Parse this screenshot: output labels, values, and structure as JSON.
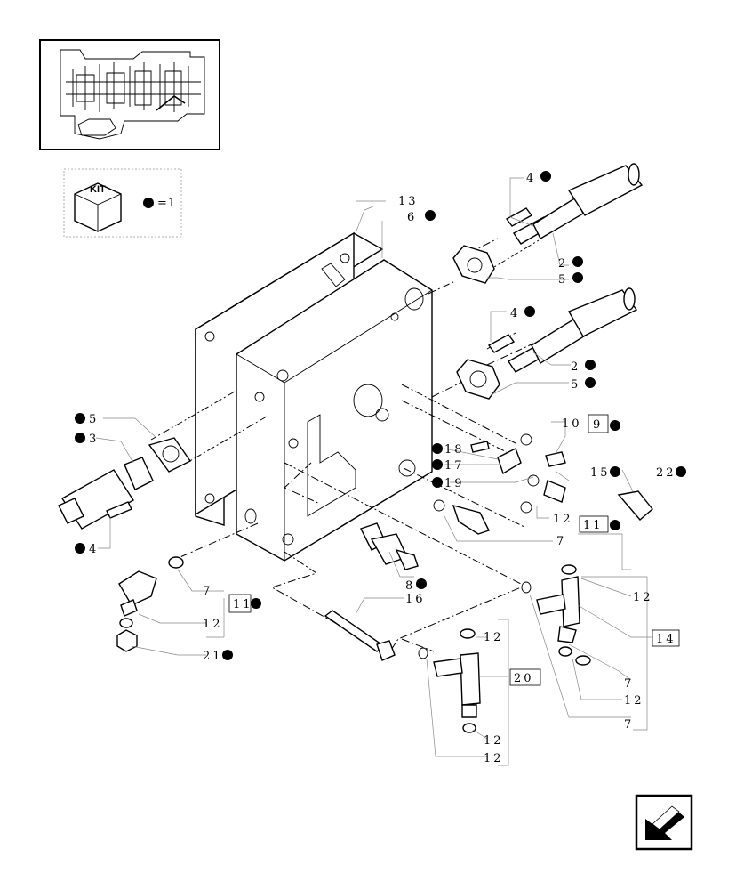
{
  "kit_legend": {
    "kit_label": "KIT",
    "equals_text": "=",
    "kit_value": "1"
  },
  "callouts": {
    "n1": "4",
    "n2": "2",
    "n3": "5",
    "n4": "4",
    "n5": "2",
    "n6": "5",
    "n7": "13",
    "n8": "6",
    "n9": "5",
    "n10": "3",
    "n11": "4",
    "n12": "10",
    "n13": "9",
    "n14": "18",
    "n15": "17",
    "n16": "19",
    "n17": "15",
    "n18": "22",
    "n19": "12",
    "n20": "11",
    "n21": "7",
    "n22": "8",
    "n23": "7",
    "n24": "11",
    "n25": "12",
    "n26": "21",
    "n27": "16",
    "n28": "12",
    "n29": "14",
    "n30": "12",
    "n31": "20",
    "n32": "7",
    "n33": "12",
    "n34": "7",
    "n35": "12",
    "n36": "12"
  },
  "colors": {
    "line": "#000000",
    "leader": "#888888",
    "background": "#ffffff"
  },
  "icons": {
    "overview": "transmission-overview-icon",
    "kit": "kit-cube-icon",
    "next_page": "next-page-arrow-icon"
  }
}
